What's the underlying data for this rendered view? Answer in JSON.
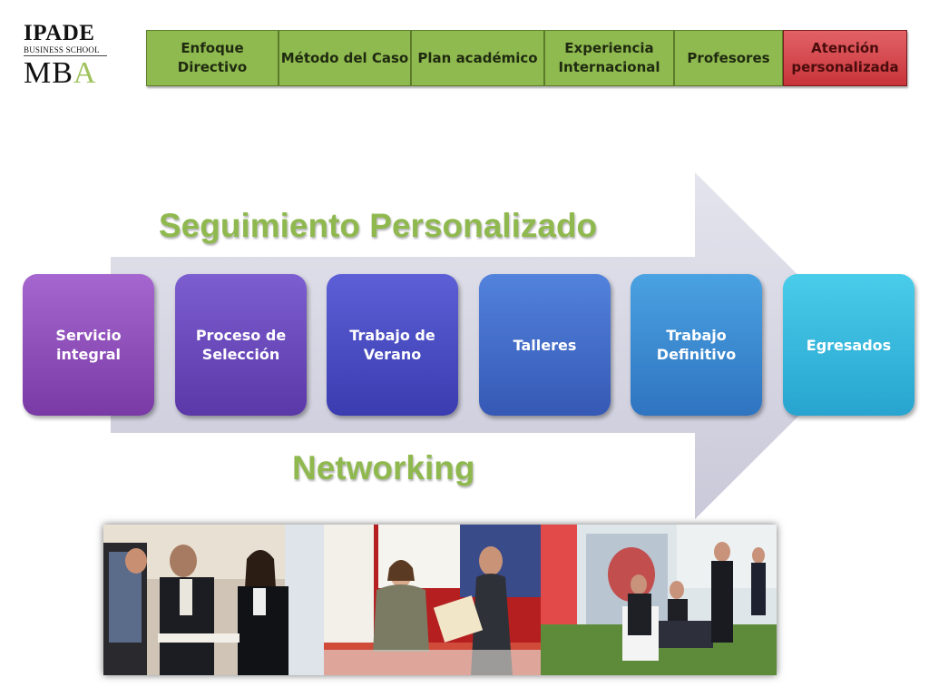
{
  "logo": {
    "line1": "IPADE",
    "line2": "BUSINESS SCHOOL",
    "line3_main": "MB",
    "line3_accent": "A"
  },
  "nav": {
    "items": [
      {
        "label": "Enfoque Directivo"
      },
      {
        "label": "Método del Caso"
      },
      {
        "label": "Plan académico"
      },
      {
        "label": "Experiencia Internacional"
      },
      {
        "label": "Profesores"
      },
      {
        "label": "Atención personalizada"
      }
    ],
    "active_index": 5
  },
  "headings": {
    "top": "Seguimiento Personalizado",
    "bottom": "Networking"
  },
  "steps": [
    {
      "label": "Servicio integral"
    },
    {
      "label": "Proceso de Selección"
    },
    {
      "label": "Trabajo de Verano"
    },
    {
      "label": "Talleres"
    },
    {
      "label": "Trabajo Definitivo"
    },
    {
      "label": "Egresados"
    }
  ],
  "colors": {
    "nav_green": "#8fba4f",
    "nav_active": "#d2454a",
    "heading_green": "#8fb94e",
    "step_colors": [
      "#8a4db8",
      "#6a49bf",
      "#4a4dc2",
      "#3f6cc9",
      "#3d8fd4",
      "#3bbfe0"
    ],
    "arrow": "#d6d6e3"
  },
  "photos": [
    {
      "name": "career-fair-photo-1"
    },
    {
      "name": "career-fair-photo-2"
    },
    {
      "name": "career-fair-photo-3"
    }
  ]
}
